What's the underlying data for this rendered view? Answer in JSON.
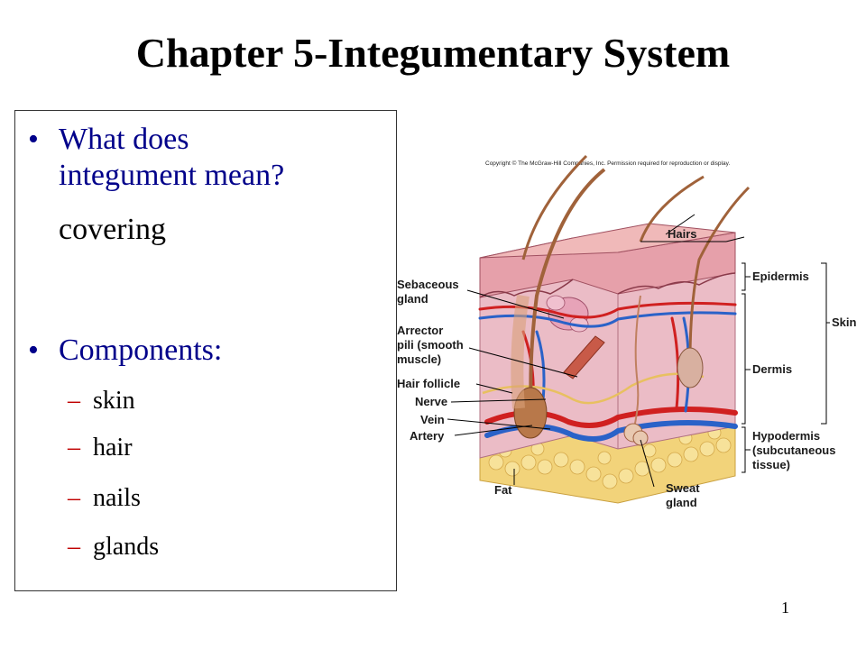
{
  "slide": {
    "title": "Chapter 5-Integumentary System",
    "page_number": "1"
  },
  "text_box": {
    "question": "What does integument mean?",
    "question_line1": "What does",
    "question_line2": "integument mean?",
    "answer": "covering",
    "components_heading": "Components:",
    "components": [
      "skin",
      "hair",
      "nails",
      "glands"
    ]
  },
  "figure": {
    "copyright": "Copyright © The McGraw-Hill Companies, Inc. Permission required for reproduction or display.",
    "labels_left": [
      "Sebaceous gland",
      "Arrector pili (smooth muscle)",
      "Hair follicle",
      "Nerve",
      "Vein",
      "Artery",
      "Fat"
    ],
    "labels_right": [
      "Hairs",
      "Epidermis",
      "Skin",
      "Dermis",
      "Hypodermis (subcutaneous tissue)",
      "Sweat gland"
    ],
    "sebaceous_line1": "Sebaceous",
    "sebaceous_line2": "gland",
    "arrector_line1": "Arrector",
    "arrector_line2": "pili (smooth",
    "arrector_line3": "muscle)",
    "hypodermis_line1": "Hypodermis",
    "hypodermis_line2": "(subcutaneous",
    "hypodermis_line3": "tissue)",
    "sweat_line1": "Sweat",
    "sweat_line2": "gland",
    "colors": {
      "epidermis": "#e8a0a8",
      "dermis": "#e9b9c4",
      "hypodermis_fat": "#f2d37a",
      "artery": "#d02020",
      "vein": "#2a62c8",
      "nerve": "#e8c060",
      "hair": "#a0623a"
    }
  },
  "colors": {
    "bullet_text": "#00008a",
    "dash": "#c00000"
  }
}
